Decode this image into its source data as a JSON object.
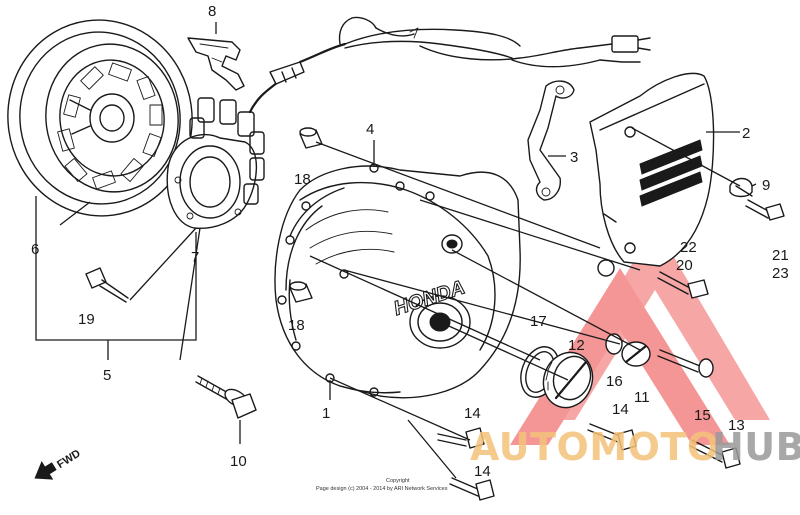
{
  "callouts": [
    {
      "id": "c1",
      "text": "1"
    },
    {
      "id": "c2",
      "text": "2"
    },
    {
      "id": "c3",
      "text": "3"
    },
    {
      "id": "c4",
      "text": "4"
    },
    {
      "id": "c5",
      "text": "5"
    },
    {
      "id": "c6",
      "text": "6"
    },
    {
      "id": "c7",
      "text": "7"
    },
    {
      "id": "c8",
      "text": "8"
    },
    {
      "id": "c9",
      "text": "9"
    },
    {
      "id": "c10",
      "text": "10"
    },
    {
      "id": "c11",
      "text": "11"
    },
    {
      "id": "c12",
      "text": "12"
    },
    {
      "id": "c13",
      "text": "13"
    },
    {
      "id": "c14a",
      "text": "14"
    },
    {
      "id": "c14b",
      "text": "14"
    },
    {
      "id": "c14c",
      "text": "14"
    },
    {
      "id": "c15",
      "text": "15"
    },
    {
      "id": "c16",
      "text": "16"
    },
    {
      "id": "c17",
      "text": "17"
    },
    {
      "id": "c18a",
      "text": "18"
    },
    {
      "id": "c18b",
      "text": "18"
    },
    {
      "id": "c19",
      "text": "19"
    },
    {
      "id": "c20",
      "text": "20"
    },
    {
      "id": "c21",
      "text": "21"
    },
    {
      "id": "c22",
      "text": "22"
    },
    {
      "id": "c23",
      "text": "23"
    }
  ],
  "cover_logo": "HONDA",
  "direction_label": "FWD",
  "copyright": {
    "line1": "Copyright",
    "line2": "Page design (c) 2004 - 2014 by ARI Network Services"
  },
  "watermark": {
    "part1": "AUTOMOTO",
    "part2": "HUB",
    "color_primary": "#f4c27a",
    "color_secondary": "#9a9a9a",
    "triangle_color": "#f26b6b"
  }
}
